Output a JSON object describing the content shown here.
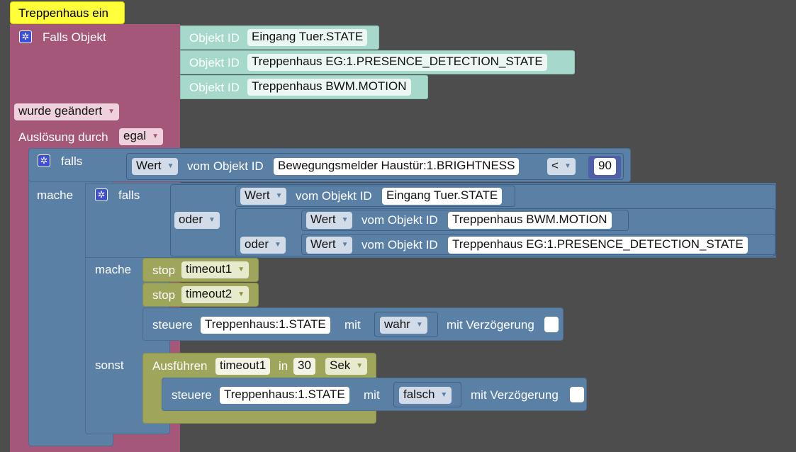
{
  "comment_bubble": "Treppenhaus ein",
  "trigger": {
    "title": "Falls Objekt",
    "object_label": "Objekt ID",
    "objects": [
      "Eingang Tuer.STATE",
      "Treppenhaus EG:1.PRESENCE_DETECTION_STATE",
      "Treppenhaus BWM.MOTION"
    ],
    "changed_dropdown": "wurde geändert",
    "trigger_by_label": "Auslösung durch",
    "trigger_by_value": "egal"
  },
  "outer_if": {
    "if_label": "falls",
    "do_label": "mache",
    "value_dropdown": "Wert",
    "of_object_label": "vom Objekt ID",
    "object": "Bewegungsmelder Haustür:1.BRIGHTNESS",
    "operator": "<",
    "number": "90"
  },
  "inner_if": {
    "if_label": "falls",
    "do_label": "mache",
    "else_label": "sonst",
    "or_label": "oder",
    "conditions": [
      {
        "value_dropdown": "Wert",
        "of_object_label": "vom Objekt ID",
        "object": "Eingang Tuer.STATE"
      },
      {
        "value_dropdown": "Wert",
        "of_object_label": "vom Objekt ID",
        "object": "Treppenhaus BWM.MOTION"
      },
      {
        "value_dropdown": "Wert",
        "of_object_label": "vom Objekt ID",
        "object": "Treppenhaus EG:1.PRESENCE_DETECTION_STATE"
      }
    ]
  },
  "do_branch": {
    "stop_label": "stop",
    "stop1": "timeout1",
    "stop2": "timeout2",
    "control_label": "steuere",
    "control_object": "Treppenhaus:1.STATE",
    "with_label": "mit",
    "value": "wahr",
    "delay_label": "mit Verzögerung"
  },
  "else_branch": {
    "run_label": "Ausführen",
    "timer": "timeout1",
    "in_label": "in",
    "duration": "30",
    "unit": "Sek",
    "control_label": "steuere",
    "control_object": "Treppenhaus:1.STATE",
    "with_label": "mit",
    "value": "falsch",
    "delay_label": "mit Verzögerung"
  },
  "colors": {
    "trigger_block": "#a5577a",
    "object_block": "#a6d9cb",
    "logic_block": "#5b80a5",
    "timer_block": "#9fa55b",
    "comment": "#ffff3a",
    "workspace": "#4d4d4d"
  }
}
